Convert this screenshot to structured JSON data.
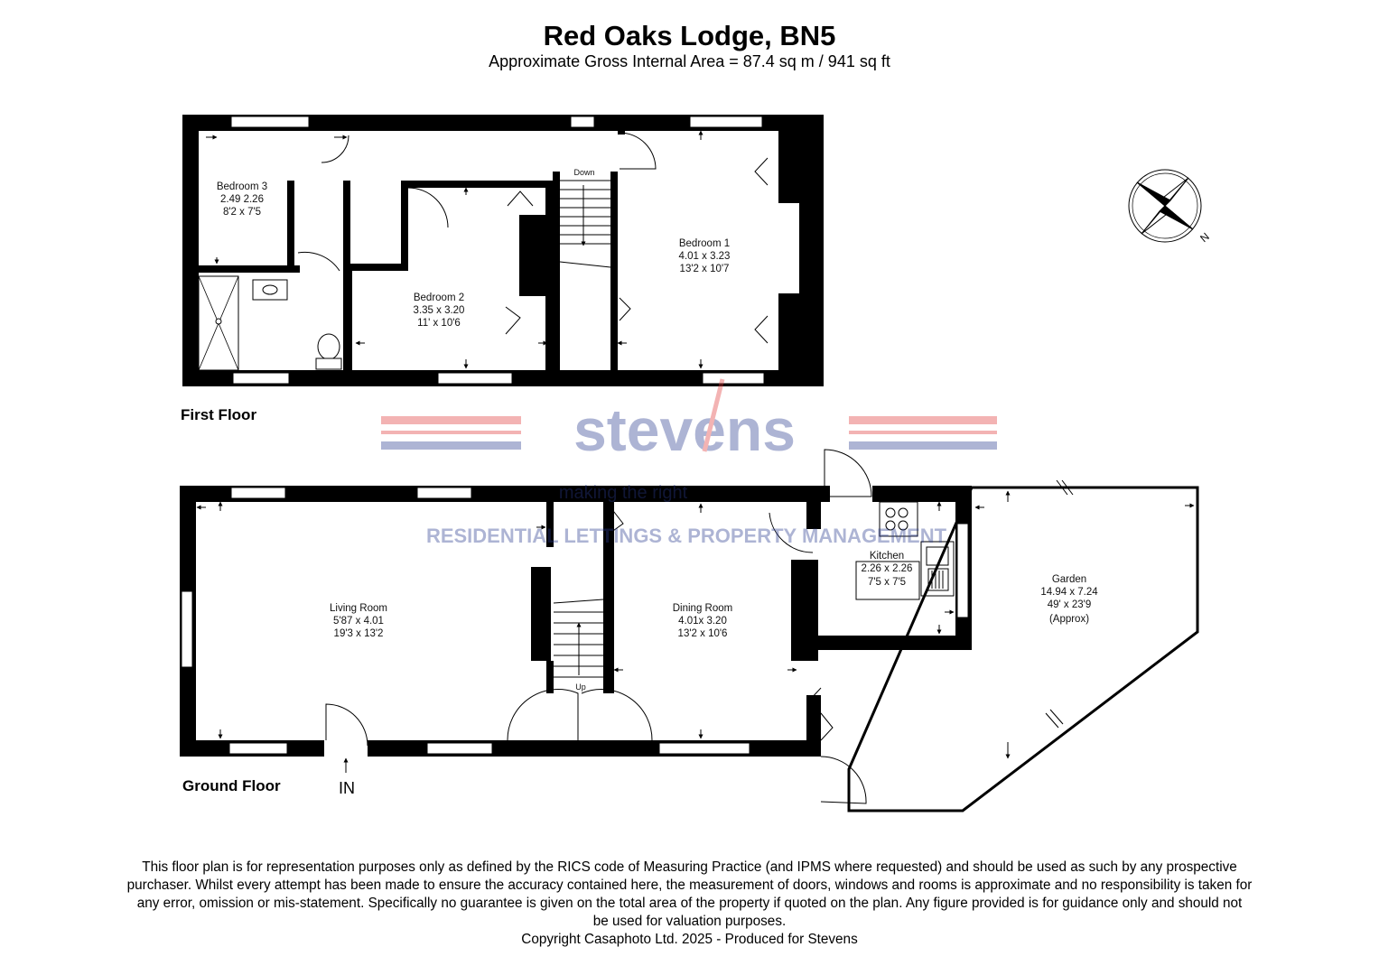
{
  "header": {
    "title": "Red Oaks Lodge, BN5",
    "subtitle": "Approximate Gross Internal Area = 87.4 sq m / 941 sq ft"
  },
  "floors": {
    "first": {
      "label": "First Floor"
    },
    "ground": {
      "label": "Ground Floor"
    }
  },
  "rooms": {
    "bedroom3": {
      "name": "Bedroom 3",
      "metric": "2.49 2.26",
      "imperial": "8'2 x 7'5"
    },
    "bedroom2": {
      "name": "Bedroom 2",
      "metric": "3.35 x 3.20",
      "imperial": "11' x 10'6"
    },
    "bedroom1": {
      "name": "Bedroom 1",
      "metric": "4.01 x 3.23",
      "imperial": "13'2 x 10'7"
    },
    "living": {
      "name": "Living Room",
      "metric": "5'87 x 4.01",
      "imperial": "19'3 x 13'2"
    },
    "dining": {
      "name": "Dining Room",
      "metric": "4.01x 3.20",
      "imperial": "13'2 x 10'6"
    },
    "kitchen": {
      "name": "Kitchen",
      "metric": "2.26 x 2.26",
      "imperial": "7'5 x 7'5"
    },
    "garden": {
      "name": "Garden",
      "metric": "14.94 x  7.24",
      "imperial": "49' x 23'9",
      "note": "(Approx)"
    }
  },
  "stairs": {
    "down": "Down",
    "up": "Up"
  },
  "entrance": {
    "label": "IN"
  },
  "compass": {
    "letter": "N"
  },
  "watermark": {
    "brand": "stevens",
    "tagline": "making the right",
    "tagline_accent": "right",
    "services": "RESIDENTIAL LETTINGS & PROPERTY MANAGEMENT",
    "colors": {
      "blue": "#2b3c8f",
      "red": "#e23a3a"
    }
  },
  "disclaimer": {
    "lines": [
      "This floor plan is for representation purposes only as defined by the RICS code of Measuring Practice (and IPMS where requested) and should be used as such by any prospective",
      "purchaser. Whilst every attempt has been made to ensure the accuracy contained here, the measurement of doors, windows and rooms is approximate and no responsibility is taken for",
      "any error, omission or mis-statement. Specifically no guarantee is given on the total area of the property if quoted on the plan. Any figure provided is for guidance only and should not",
      "be used for valuation purposes."
    ],
    "copyright": "Copyright Casaphoto Ltd. 2025 - Produced for Stevens"
  }
}
